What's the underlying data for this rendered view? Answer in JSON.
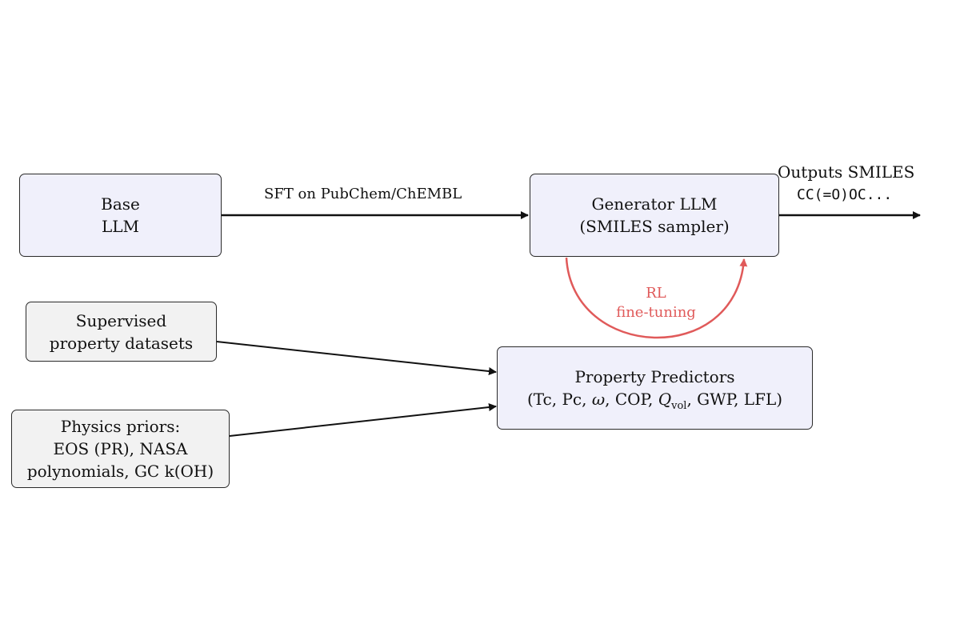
{
  "nodes": {
    "base_llm": {
      "lines": [
        "Base",
        "LLM"
      ]
    },
    "generator": {
      "lines": [
        "Generator LLM",
        "(SMILES sampler)"
      ]
    },
    "supervised": {
      "lines": [
        "Supervised",
        "property datasets"
      ]
    },
    "physics": {
      "lines": [
        "Physics priors:",
        "EOS (PR), NASA",
        "polynomials, GC k(OH)"
      ]
    },
    "predictors": {
      "line1": "Property Predictors",
      "line2_parts": [
        "(Tc, Pc, ",
        "ω",
        ", COP, ",
        "Q",
        "vol",
        ", GWP, LFL)"
      ]
    }
  },
  "edges": {
    "sft": "SFT on PubChem/ChEMBL",
    "outputs_title": "Outputs SMILES",
    "outputs_example": "CC(=O)OC...",
    "rl_lines": [
      "RL",
      "fine-tuning"
    ]
  },
  "colors": {
    "blue_fill": "#f0f0fb",
    "gray_fill": "#f2f2f2",
    "rl_arrow": "#e05a5a",
    "stroke": "#111111"
  }
}
